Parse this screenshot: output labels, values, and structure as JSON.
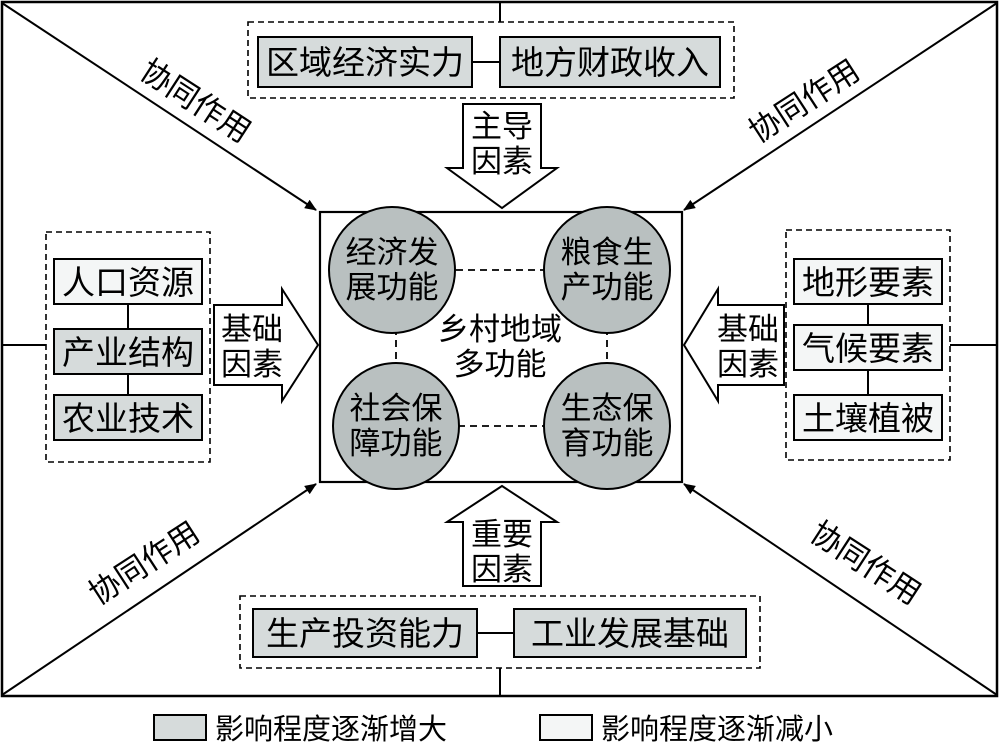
{
  "colors": {
    "increasing": "#d6dbdb",
    "decreasing": "#f4f6f6",
    "circle": "#b9c0c0"
  },
  "center": {
    "line1": "乡村地域",
    "line2": "多功能"
  },
  "functions": {
    "top_left": [
      "经济发",
      "展功能"
    ],
    "top_right": [
      "粮食生",
      "产功能"
    ],
    "bottom_left": [
      "社会保",
      "障功能"
    ],
    "bottom_right": [
      "生态保",
      "育功能"
    ]
  },
  "top_group": {
    "left": "区域经济实力",
    "right": "地方财政收入",
    "arrow_label": [
      "主导",
      "因素"
    ]
  },
  "bottom_group": {
    "left": "生产投资能力",
    "right": "工业发展基础",
    "arrow_label": [
      "重要",
      "因素"
    ]
  },
  "left_group": {
    "items": [
      "人口资源",
      "产业结构",
      "农业技术"
    ],
    "arrow_label": [
      "基础",
      "因素"
    ]
  },
  "right_group": {
    "items": [
      "地形要素",
      "气候要素",
      "土壤植被"
    ],
    "arrow_label": [
      "基础",
      "因素"
    ]
  },
  "synergy": "协同作用",
  "legend": {
    "increasing": "影响程度逐渐增大",
    "decreasing": "影响程度逐渐减小"
  }
}
